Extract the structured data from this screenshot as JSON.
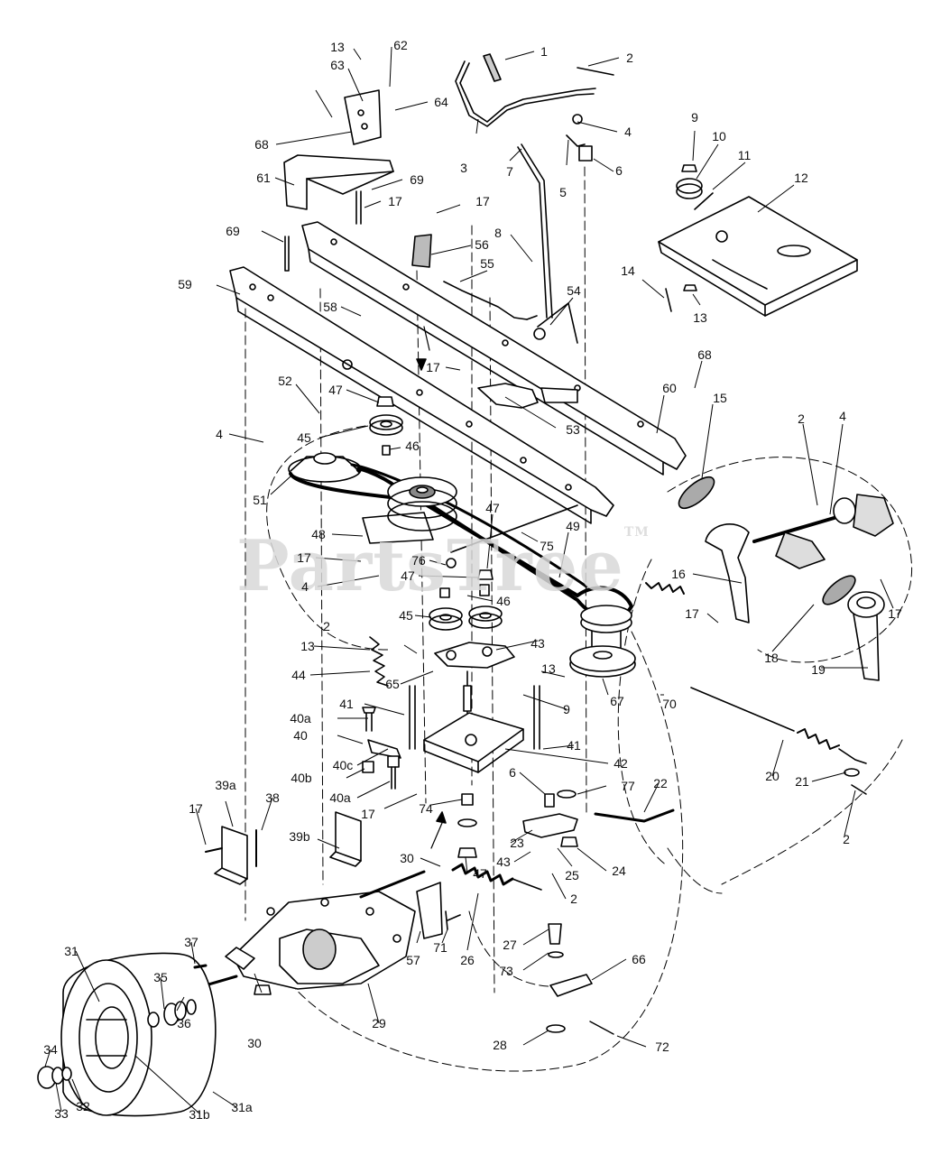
{
  "watermark": {
    "text": "PartsTree",
    "tm": "TM"
  },
  "callouts": [
    "1",
    "2",
    "4",
    "3",
    "7",
    "5",
    "6",
    "13",
    "62",
    "63",
    "64",
    "68",
    "61",
    "69",
    "17",
    "69",
    "9",
    "10",
    "11",
    "12",
    "14",
    "13",
    "17",
    "56",
    "8",
    "55",
    "59",
    "58",
    "54",
    "68",
    "17",
    "60",
    "53",
    "52",
    "47",
    "4",
    "45",
    "46",
    "15",
    "2",
    "4",
    "51",
    "48",
    "47",
    "75",
    "49",
    "17",
    "76",
    "47",
    "4",
    "46",
    "45",
    "16",
    "17",
    "17",
    "18",
    "2",
    "13",
    "43",
    "44",
    "65",
    "13",
    "67",
    "19",
    "70",
    "41",
    "9",
    "40a",
    "40",
    "41",
    "42",
    "40c",
    "40b",
    "6",
    "77",
    "22",
    "40a",
    "74",
    "17",
    "23",
    "20",
    "21",
    "39a",
    "38",
    "17",
    "39b",
    "43",
    "25",
    "24",
    "2",
    "30",
    "47",
    "2",
    "57",
    "71",
    "26",
    "37",
    "27",
    "31",
    "35",
    "73",
    "66",
    "36",
    "30",
    "29",
    "28",
    "72",
    "34",
    "33",
    "32",
    "31b",
    "31a"
  ]
}
